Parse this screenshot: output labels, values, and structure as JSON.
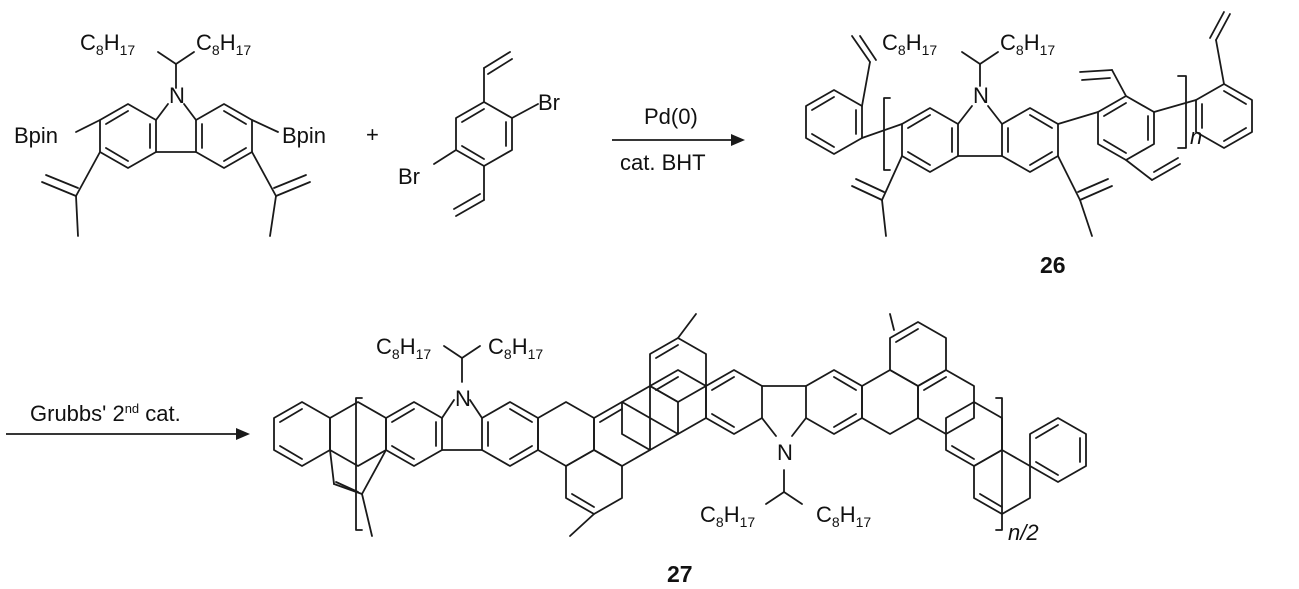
{
  "reactant1": {
    "substituent_left": "C",
    "sub_left": "8",
    "h_left": "H",
    "sub_h_left": "17",
    "substituent_right": "C",
    "sub_right": "8",
    "h_right": "H",
    "sub_h_right": "17",
    "nitrogen": "N",
    "boron_left": "Bpin",
    "boron_right": "Bpin"
  },
  "plus": "+",
  "reactant2": {
    "bromo_top": "Br",
    "bromo_bottom": "Br"
  },
  "step1": {
    "reagent": "Pd(0)",
    "additive": "cat. BHT"
  },
  "product26": {
    "alkyl_left": "C",
    "alkyl_left_sub": "8",
    "alkyl_left_h": "H",
    "alkyl_left_hsub": "17",
    "alkyl_right": "C",
    "alkyl_right_sub": "8",
    "alkyl_right_h": "H",
    "alkyl_right_hsub": "17",
    "nitrogen": "N",
    "repeat": "n",
    "compound_number": "26"
  },
  "step2": {
    "catalyst_prefix": "Grubbs' 2",
    "catalyst_sup": "nd",
    "catalyst_suffix": " cat."
  },
  "product27": {
    "alkyl1_left": "C",
    "alkyl1_left_sub": "8",
    "alkyl1_left_h": "H",
    "alkyl1_left_hsub": "17",
    "alkyl1_right": "C",
    "alkyl1_right_sub": "8",
    "alkyl1_right_h": "H",
    "alkyl1_right_hsub": "17",
    "alkyl2_left": "C",
    "alkyl2_left_sub": "8",
    "alkyl2_left_h": "H",
    "alkyl2_left_hsub": "17",
    "alkyl2_right": "C",
    "alkyl2_right_sub": "8",
    "alkyl2_right_h": "H",
    "alkyl2_right_hsub": "17",
    "nitrogen_top": "N",
    "nitrogen_bottom": "N",
    "repeat": "n/2",
    "compound_number": "27"
  }
}
